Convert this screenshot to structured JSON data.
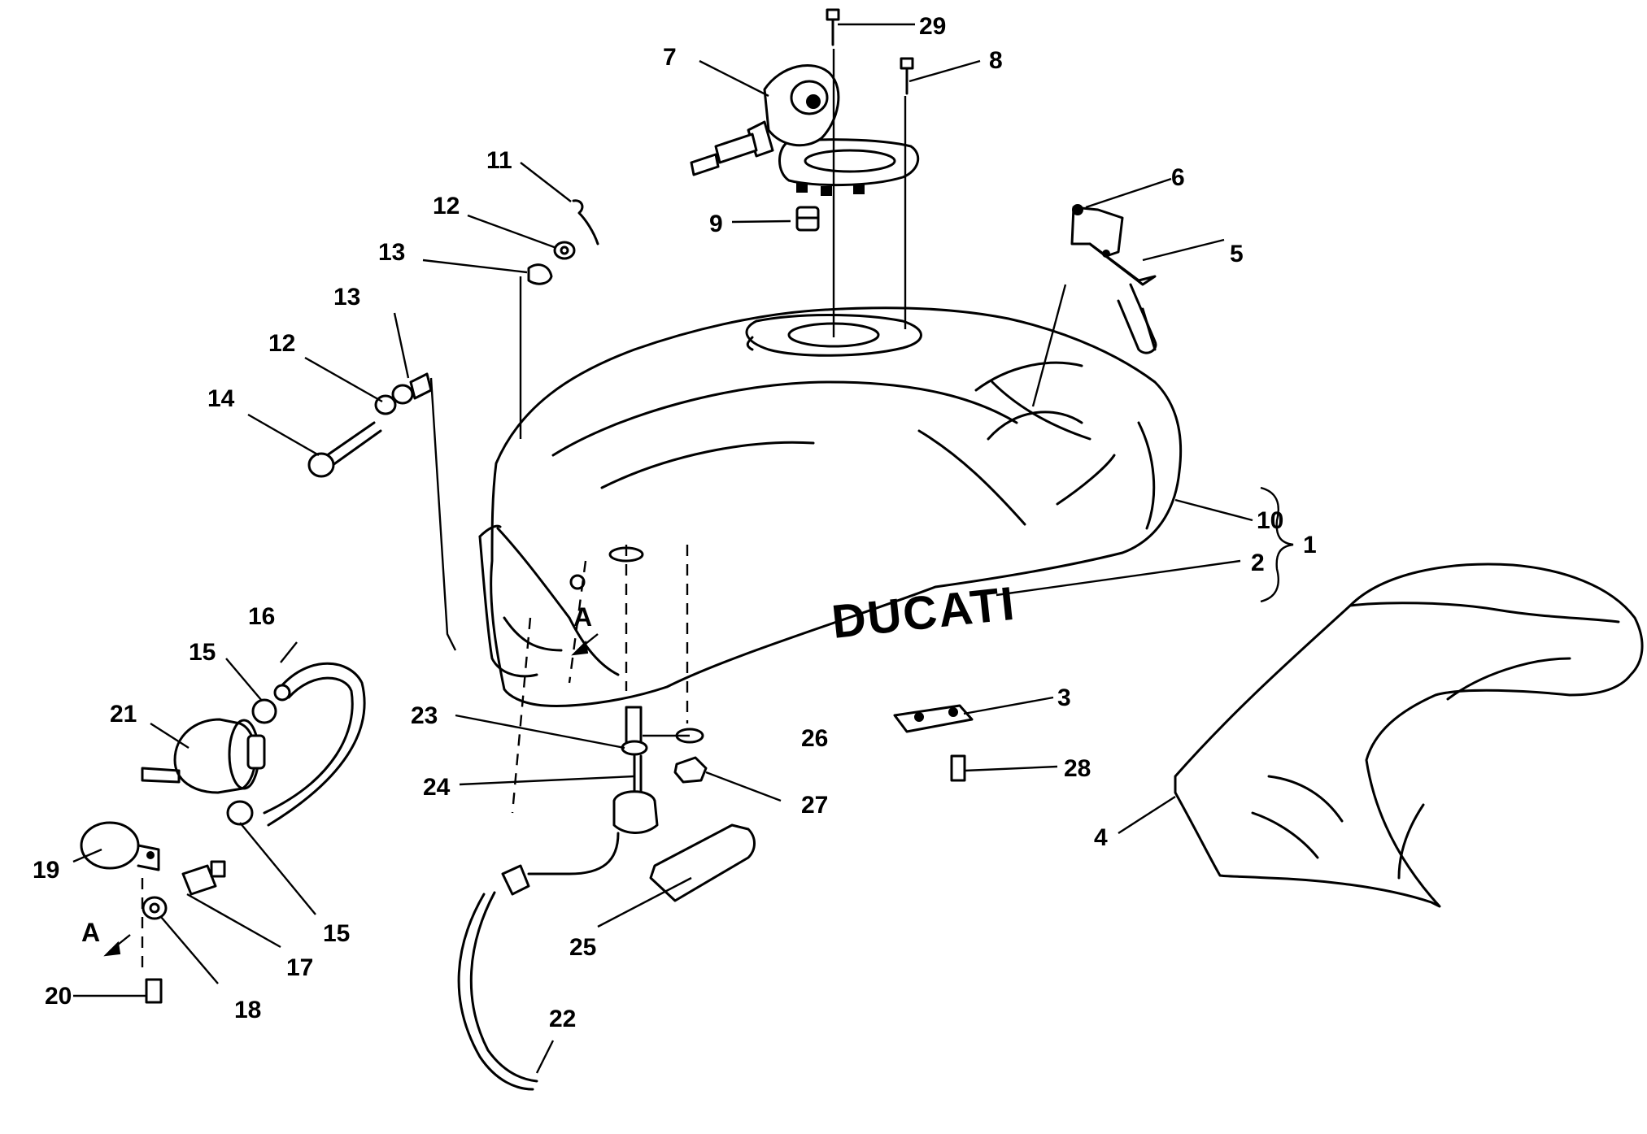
{
  "brand_text": "DUCATI",
  "view_marker": "A",
  "callouts": {
    "c1": "1",
    "c2": "2",
    "c3": "3",
    "c4": "4",
    "c5": "5",
    "c6": "6",
    "c7": "7",
    "c8": "8",
    "c9": "9",
    "c10": "10",
    "c11": "11",
    "c12a": "12",
    "c12b": "12",
    "c13a": "13",
    "c13b": "13",
    "c14": "14",
    "c15a": "15",
    "c15b": "15",
    "c16": "16",
    "c17": "17",
    "c18": "18",
    "c19": "19",
    "c20": "20",
    "c21": "21",
    "c22": "22",
    "c23": "23",
    "c24": "24",
    "c25": "25",
    "c26": "26",
    "c27": "27",
    "c28": "28",
    "c29": "29"
  }
}
